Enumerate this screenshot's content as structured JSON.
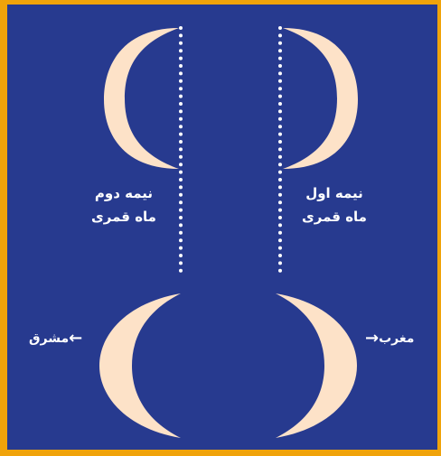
{
  "colors": {
    "background": "#273a8f",
    "border": "#f0a30a",
    "moon": "#fde2c8",
    "text": "#ffffff",
    "dots": "#ffffff"
  },
  "labels": {
    "first_half": {
      "line1": "نیمه اول",
      "line2": "ماه قمری"
    },
    "second_half": {
      "line1": "نیمه دوم",
      "line2": "ماه قمری"
    },
    "west": "مغرب",
    "east": "مشرق"
  },
  "icons": {
    "west_arrow": "arrow-right-icon",
    "east_arrow": "arrow-left-icon"
  }
}
